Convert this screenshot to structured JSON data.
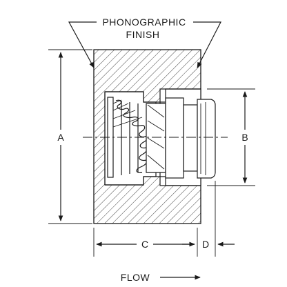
{
  "diagram": {
    "finish_label_line1": "PHONOGRAPHIC",
    "finish_label_line2": "FINISH",
    "dim_a": "A",
    "dim_b": "B",
    "dim_c": "C",
    "dim_d": "D",
    "flow_label": "FLOW"
  }
}
